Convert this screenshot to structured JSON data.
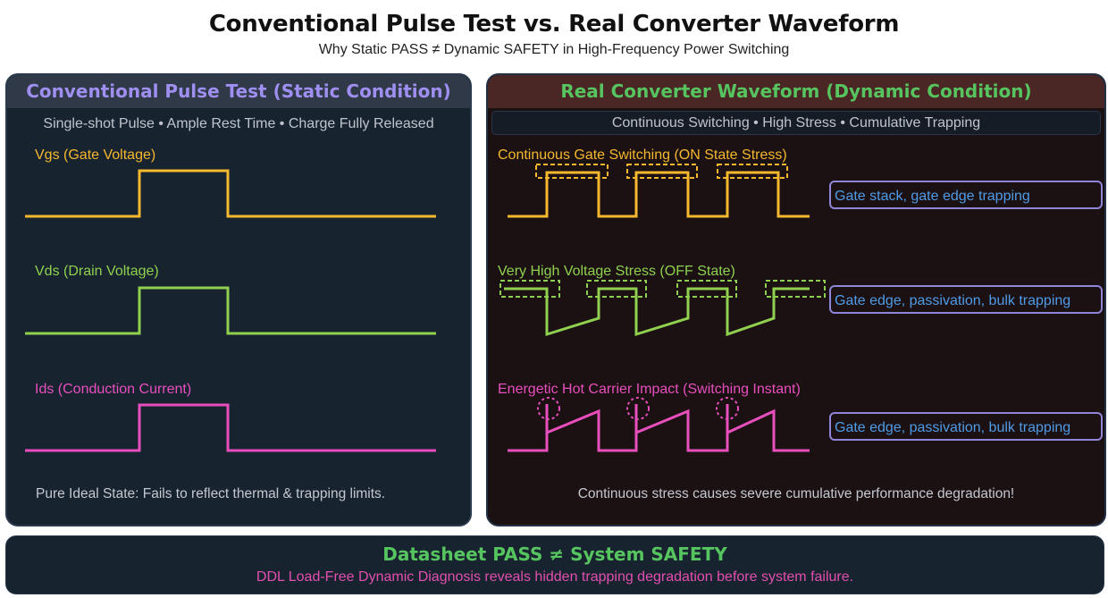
{
  "title": "Conventional Pulse Test vs. Real Converter Waveform",
  "subtitle": "Why Static PASS ≠ Dynamic SAFETY in High-Frequency Power Switching",
  "colors": {
    "gate": "#f5b82e",
    "drain": "#8fd14f",
    "current": "#e84fbd",
    "trap_text": "#4f9be6",
    "trap_box": "#8f86d9",
    "left_title": "#9f8ff0",
    "right_title": "#56c45f"
  },
  "left_panel": {
    "title": "Conventional Pulse Test (Static Condition)",
    "tagline": "Single-shot Pulse • Ample Rest Time • Charge Fully Released",
    "waves": [
      {
        "label": "Vgs (Gate Voltage)",
        "color_key": "gate"
      },
      {
        "label": "Vds (Drain Voltage)",
        "color_key": "drain"
      },
      {
        "label": "Ids (Conduction Current)",
        "color_key": "current"
      }
    ],
    "note": "Pure Ideal State: Fails to reflect thermal & trapping limits."
  },
  "right_panel": {
    "title": "Real Converter Waveform (Dynamic Condition)",
    "tagline": "Continuous Switching • High Stress • Cumulative Trapping",
    "waves": [
      {
        "label": "Continuous Gate Switching (ON State Stress)",
        "trap": "Gate stack, gate edge trapping",
        "color_key": "gate"
      },
      {
        "label": "Very High Voltage Stress (OFF State)",
        "trap": "Gate edge, passivation, bulk trapping",
        "color_key": "drain"
      },
      {
        "label": "Energetic Hot Carrier Impact (Switching Instant)",
        "trap": "Gate edge, passivation, bulk trapping",
        "color_key": "current"
      }
    ],
    "note": "Continuous stress causes severe cumulative performance degradation!"
  },
  "bottom": {
    "title": "Datasheet PASS ≠ System SAFETY",
    "subtitle": "DDL Load-Free Dynamic Diagnosis reveals hidden trapping degradation before system failure."
  }
}
